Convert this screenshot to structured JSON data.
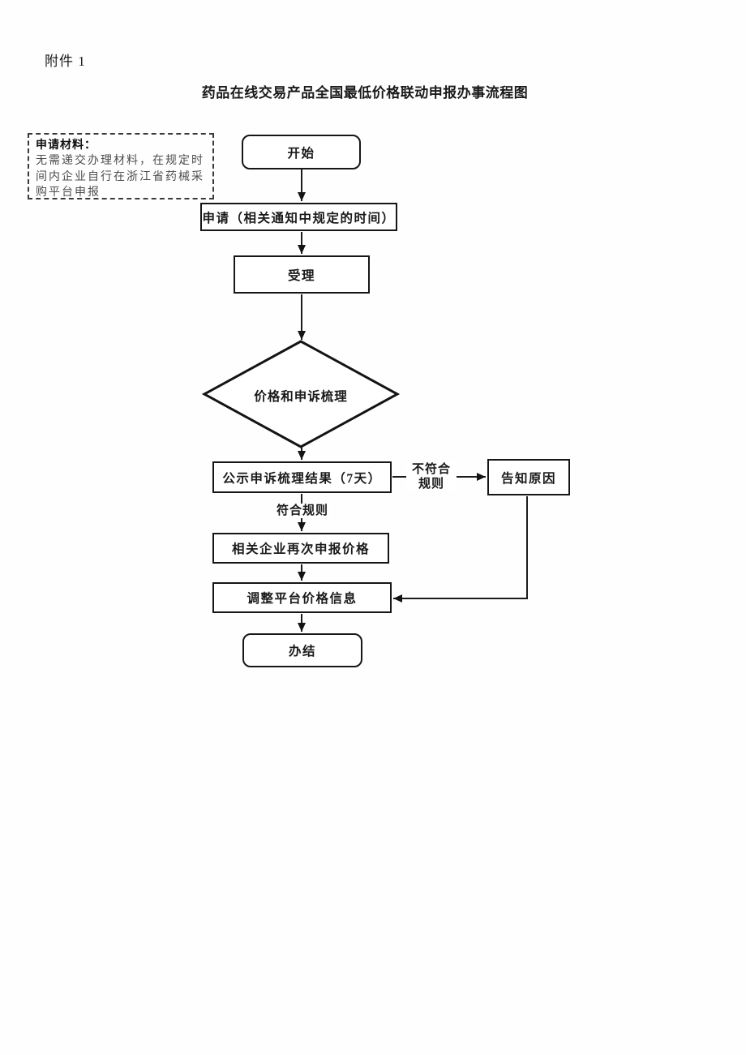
{
  "page": {
    "attachment": "附件 1",
    "title": "药品在线交易产品全国最低价格联动申报办事流程图"
  },
  "note": {
    "heading": "申请材料：",
    "body": "无需递交办理材料，在规定时间内企业自行在浙江省药械采购平台申报"
  },
  "nodes": {
    "start": "开始",
    "apply": "申请（相关通知中规定的时间）",
    "accept": "受理",
    "decision": "价格和申诉梳理",
    "publicize": "公示申诉梳理结果（7天）",
    "notify_reason": "告知原因",
    "reapply": "相关企业再次申报价格",
    "adjust": "调整平台价格信息",
    "end": "办结"
  },
  "edge_labels": {
    "not_conform": "不符合规则",
    "conform": "符合规则"
  },
  "colors": {
    "line": "#1c1c1c",
    "text": "#1a1a1a",
    "note_body_text": "#4d4d4d",
    "background": "#ffffff"
  }
}
